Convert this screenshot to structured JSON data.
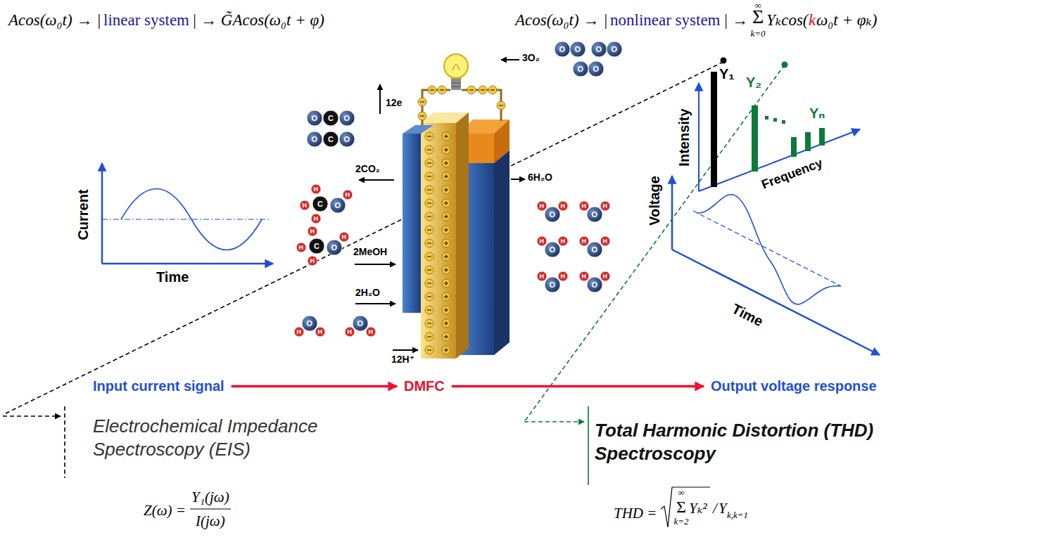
{
  "diagram": {
    "nodes": [
      {
        "text": [
          "Input current signal"
        ]
      },
      {
        "text": [
          "DMFC"
        ]
      },
      {
        "text": [
          "Output  voltage response"
        ]
      }
    ],
    "edges": [
      {
        "from": 0,
        "to": 1,
        "arrow": "to"
      },
      {
        "from": 1,
        "to": 2,
        "arrow": "to"
      }
    ],
    "labels": [
      "Acos(ω₀t) → |",
      "linear system",
      "| → G̃Acos(ω₀t + φ)",
      "Acos(ω₀t) → |",
      "nonlinear system",
      "| →",
      "∞",
      "Σ",
      "k=0",
      "Yₖcos(",
      "k",
      "ω₀t + φₖ)",
      "Current",
      "Time",
      "12e",
      "3O₂",
      "2CO₂",
      "6H₂O",
      "2MeOH",
      "2H₂O",
      "12H⁺",
      "Y₁",
      "Y₂",
      "Yₙ",
      "Intensity",
      "Frequency",
      "Voltage",
      "Time",
      "Electrochemical  Impedance Spectroscopy (EIS)",
      "Total Harmonic Distortion  (THD) Spectroscopy",
      "Z(ω) =",
      "Y₁(jω)",
      "I(jω)",
      "THD =",
      "∞",
      "Σ",
      "k=2",
      "Yₖ²",
      "/",
      "Y",
      "k,k=1",
      "O",
      "C",
      "O",
      "O",
      "C",
      "O",
      "H",
      "H",
      "H",
      "C",
      "O",
      "H",
      "H",
      "H",
      "H",
      "C",
      "O",
      "H",
      "O",
      "H",
      "H",
      "O",
      "H",
      "H",
      "O",
      "O",
      "O",
      "O",
      "O",
      "O",
      "O",
      "H",
      "H",
      "O",
      "H",
      "H",
      "O",
      "H",
      "H",
      "O",
      "H",
      "H",
      "O",
      "H",
      "H",
      "O",
      "H",
      "H"
    ]
  }
}
